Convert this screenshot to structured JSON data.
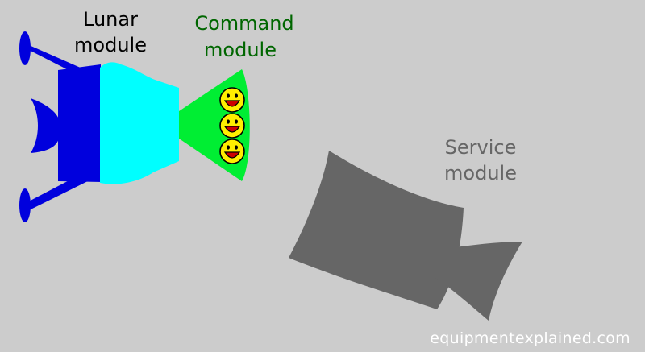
{
  "labels": {
    "lunar_line1": "Lunar",
    "lunar_line2": "module",
    "command_line1": "Command",
    "command_line2": "module",
    "service_line1": "Service",
    "service_line2": "module"
  },
  "credit": "equipmentexplained.com",
  "colors": {
    "background": "#cccccc",
    "lunar_module": "#0000dd",
    "docking_adapter": "#00ffff",
    "command_module": "#00ee33",
    "service_module": "#666666",
    "smiley_face": "#ffee00",
    "label_dark": "#000000",
    "label_green": "#006600",
    "label_gray": "#666666",
    "credit": "#ffffff"
  },
  "crew": {
    "count": 3,
    "icon": "smiley-face-icon"
  }
}
